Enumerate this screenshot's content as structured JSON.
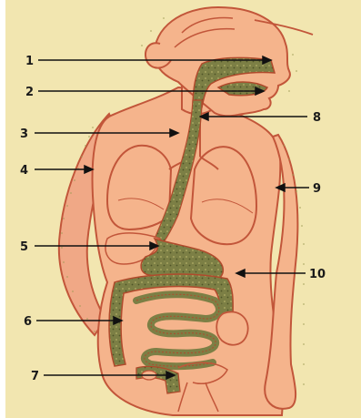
{
  "colors": {
    "background": "#f2e6b0",
    "body_fill": "#f5b48c",
    "outline": "#c2563a",
    "digestive_tract": "#7c7f45",
    "tract_edge": "#b04a2c",
    "label_ink": "#1a1a1a"
  },
  "labels": [
    {
      "id": "1",
      "text": "1"
    },
    {
      "id": "2",
      "text": "2"
    },
    {
      "id": "3",
      "text": "3"
    },
    {
      "id": "4",
      "text": "4"
    },
    {
      "id": "5",
      "text": "5"
    },
    {
      "id": "6",
      "text": "6"
    },
    {
      "id": "7",
      "text": "7"
    },
    {
      "id": "8",
      "text": "8"
    },
    {
      "id": "9",
      "text": "9"
    },
    {
      "id": "10",
      "text": "10"
    }
  ]
}
